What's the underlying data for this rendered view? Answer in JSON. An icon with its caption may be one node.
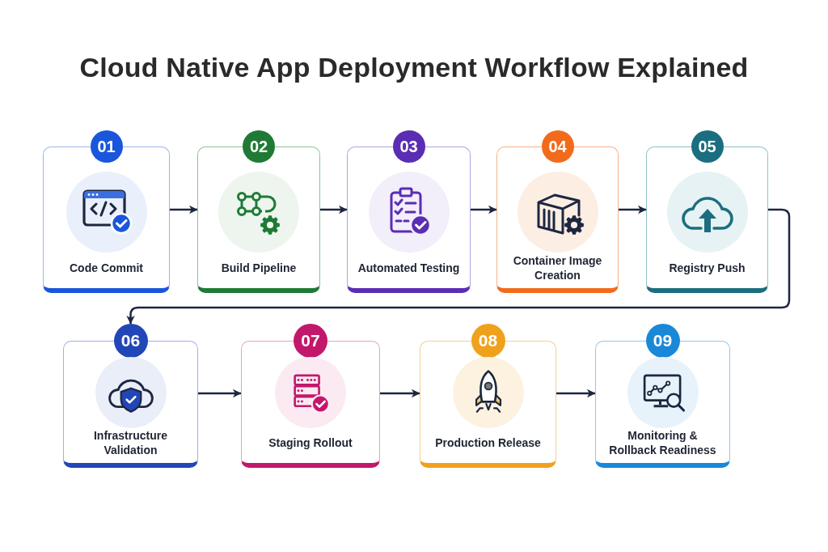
{
  "diagram": {
    "title": "Cloud Native App Deployment Workflow Explained",
    "nodes": [
      {
        "text": [
          "01",
          "Code Commit"
        ]
      },
      {
        "text": [
          "02",
          "Build Pipeline"
        ]
      },
      {
        "text": [
          "03",
          "Automated Testing"
        ]
      },
      {
        "text": [
          "04",
          "Container Image Creation"
        ]
      },
      {
        "text": [
          "05",
          "Registry Push"
        ]
      },
      {
        "text": [
          "06",
          "Infrastructure Validation"
        ]
      },
      {
        "text": [
          "07",
          "Staging Rollout"
        ]
      },
      {
        "text": [
          "08",
          "Production Release"
        ]
      },
      {
        "text": [
          "09",
          "Monitoring & Rollback Readiness"
        ]
      }
    ],
    "edges": [
      {
        "from": 0,
        "to": 1,
        "arrow": "to"
      },
      {
        "from": 1,
        "to": 2,
        "arrow": "to"
      },
      {
        "from": 2,
        "to": 3,
        "arrow": "to"
      },
      {
        "from": 3,
        "to": 4,
        "arrow": "to"
      },
      {
        "from": 4,
        "to": 5,
        "arrow": "to"
      },
      {
        "from": 5,
        "to": 6,
        "arrow": "to"
      },
      {
        "from": 6,
        "to": 7,
        "arrow": "to"
      },
      {
        "from": 7,
        "to": 8,
        "arrow": "to"
      }
    ]
  }
}
